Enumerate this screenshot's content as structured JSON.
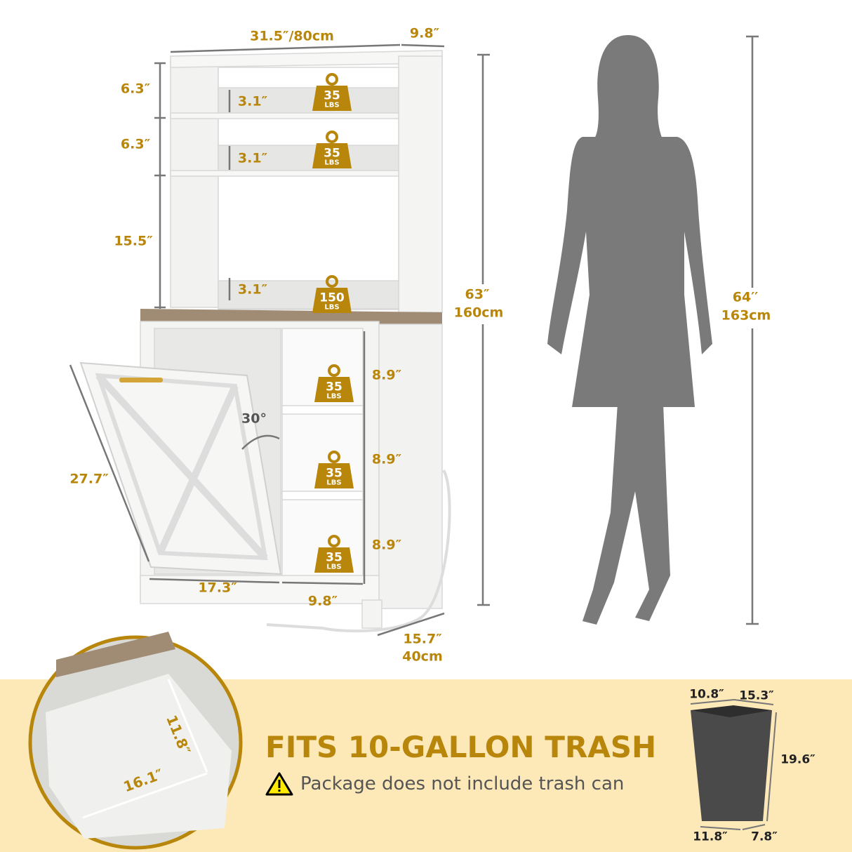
{
  "colors": {
    "accent": "#b8860b",
    "banner": "#fde8b8",
    "silhouette": "#7a7a7a",
    "wood": "#a08c74"
  },
  "dimensions": {
    "width": "31.5″/80cm",
    "top_depth": "9.8″",
    "hutch_heights": [
      "6.3″",
      "6.3″",
      "15.5″"
    ],
    "shelf_lips": [
      "3.1″",
      "3.1″",
      "3.1″"
    ],
    "cubby_heights": [
      "8.9″",
      "8.9″",
      "8.9″"
    ],
    "tilt_angle": "30°",
    "door_height": "27.7″",
    "bin_width": "17.3″",
    "cubby_width": "9.8″",
    "depth": "15.7″",
    "depth_cm": "40cm",
    "total_height": "63″",
    "total_height_cm": "160cm",
    "person_height": "64′′",
    "person_height_cm": "163cm"
  },
  "weights": [
    {
      "value": "35",
      "unit": "LBS"
    },
    {
      "value": "35",
      "unit": "LBS"
    },
    {
      "value": "150",
      "unit": "LBS"
    },
    {
      "value": "35",
      "unit": "LBS"
    },
    {
      "value": "35",
      "unit": "LBS"
    },
    {
      "value": "35",
      "unit": "LBS"
    }
  ],
  "detail": {
    "depth": "11.8″",
    "width": "16.1″"
  },
  "banner": {
    "title": "FITS 10-GALLON TRASH",
    "warning": "Package does not include trash can",
    "warning_icon": "warning-triangle-icon"
  },
  "trash_can": {
    "top_depth": "10.8″",
    "top_width": "15.3″",
    "height": "19.6″",
    "bottom_width": "11.8″",
    "bottom_depth": "7.8″"
  }
}
